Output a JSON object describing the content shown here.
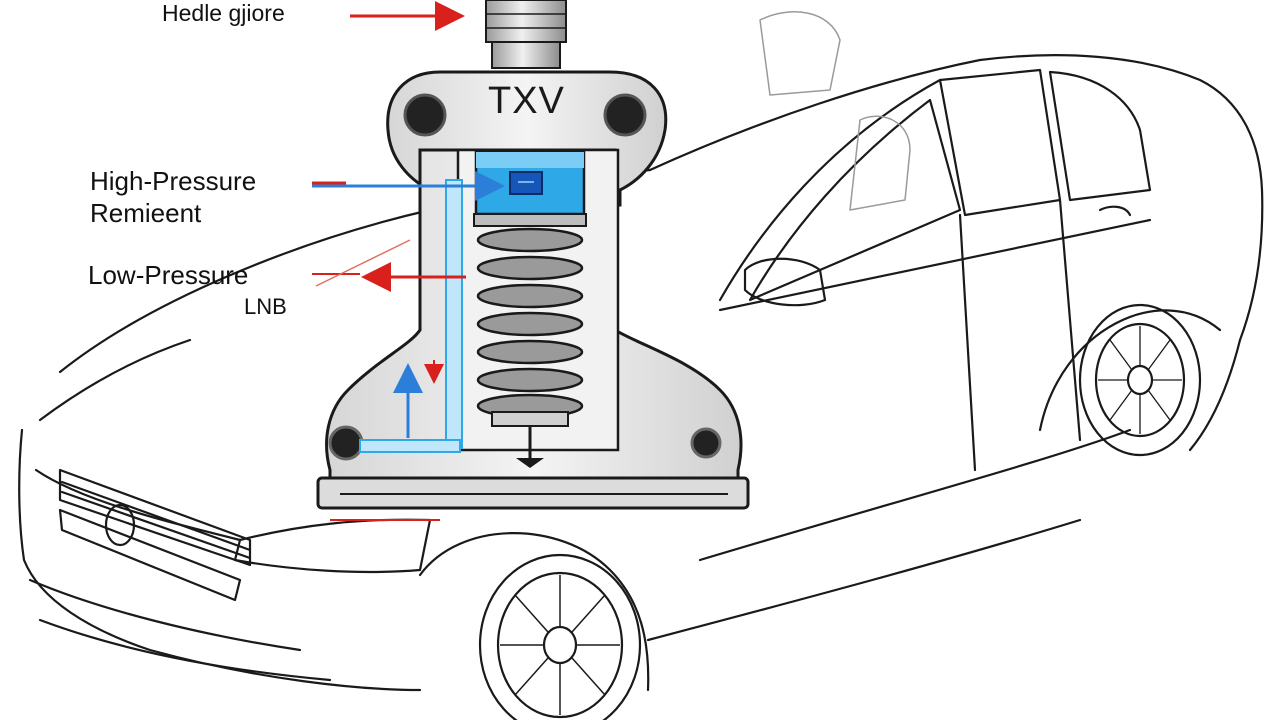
{
  "labels": {
    "top_label": "Hedle gjiore",
    "high_pressure_line1": "High-Pressure",
    "high_pressure_line2": "Remieent",
    "low_pressure_line1": "Low-Pressure",
    "low_pressure_line2": "LNB",
    "valve_title": "TXV"
  },
  "colors": {
    "outline": "#1a1a1a",
    "valve_body": "#e8e8e8",
    "valve_shade": "#c9c9c9",
    "refrigerant_blue": "#2ea8e6",
    "arrow_red": "#d8201c",
    "arrow_blue": "#2b7fd9",
    "spring": "#8a8a8a"
  }
}
